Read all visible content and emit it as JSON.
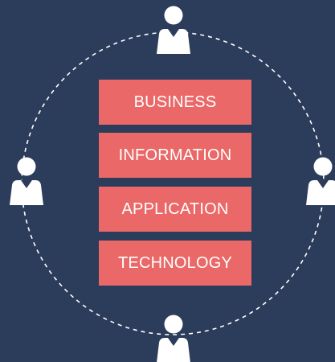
{
  "colors": {
    "background": "#2c3c5b",
    "layer_box": "#ea6868",
    "layer_text": "#ffffff",
    "person_icon": "#ffffff",
    "dashed_ring": "#ffffff"
  },
  "layers": [
    {
      "label": "BUSINESS"
    },
    {
      "label": "INFORMATION"
    },
    {
      "label": "APPLICATION"
    },
    {
      "label": "TECHNOLOGY"
    }
  ],
  "stakeholders": [
    {
      "icon": "person-icon",
      "position": "top"
    },
    {
      "icon": "person-icon",
      "position": "left"
    },
    {
      "icon": "person-icon",
      "position": "right"
    },
    {
      "icon": "person-icon",
      "position": "bottom"
    }
  ]
}
